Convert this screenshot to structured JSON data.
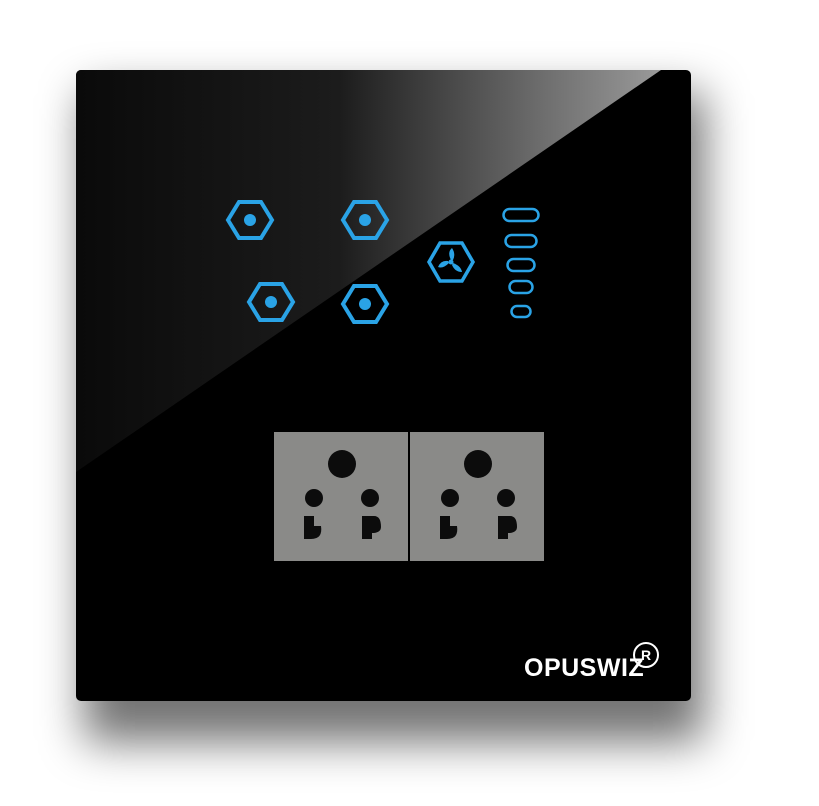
{
  "product": {
    "brand": "OPUSWIZ",
    "registered_mark": "R",
    "panel_color": "#000000",
    "indicator_color": "#2aa3e6",
    "socket_color": "#8a8a88"
  },
  "touch_buttons": [
    {
      "name": "touch-button-1",
      "icon": "hexagon-dot-icon"
    },
    {
      "name": "touch-button-2",
      "icon": "hexagon-dot-icon"
    },
    {
      "name": "touch-button-3",
      "icon": "hexagon-dot-icon"
    },
    {
      "name": "touch-button-4",
      "icon": "hexagon-dot-icon"
    }
  ],
  "fan_control": {
    "icon": "fan-icon",
    "speed_levels": 5
  },
  "sockets": [
    {
      "name": "socket-left",
      "icon": "power-socket-icon"
    },
    {
      "name": "socket-right",
      "icon": "power-socket-icon"
    }
  ]
}
